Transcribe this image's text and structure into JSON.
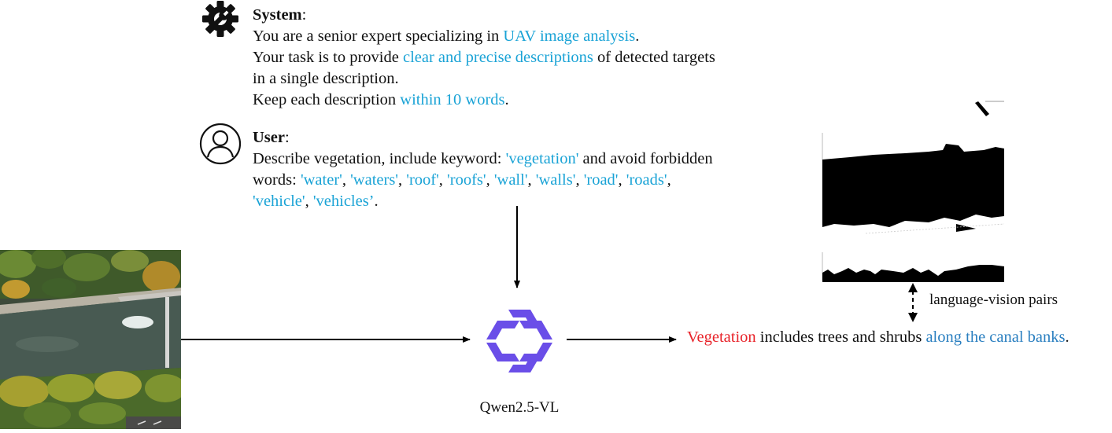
{
  "system": {
    "label": "System",
    "colon": ":",
    "line1": {
      "pre": "You are a senior expert specializing in ",
      "hl": "UAV image analysis",
      "post": "."
    },
    "line2": {
      "pre": "Your task is to provide ",
      "hl": "clear and precise descriptions",
      "post": " of detected targets"
    },
    "line3": "in a single description.",
    "line4": {
      "pre": "Keep each description ",
      "hl": "within 10 words",
      "post": "."
    },
    "icon": "gear-wrench-icon"
  },
  "user": {
    "label": "User",
    "colon": ":",
    "line1": {
      "pre": "Describe vegetation, include keyword: ",
      "hl": "'vegetation'",
      "post": " and avoid forbidden"
    },
    "line2_pre": "words: ",
    "forbidden_words": [
      "'water'",
      "'waters'",
      "'roof'",
      "'roofs'",
      "'wall'",
      "'walls'",
      "'road'",
      "'roads'"
    ],
    "line3_words": [
      "'vehicle'",
      "'vehicles’"
    ],
    "sep": ", ",
    "end": ".",
    "icon": "user-avatar-icon"
  },
  "model": {
    "name": "Qwen2.5-VL",
    "icon": "qwen-logo-icon",
    "color": "#6a4ee8"
  },
  "output": {
    "keyword": "Vegetation",
    "middle": " includes trees and shrubs ",
    "phrase": "along the canal banks",
    "end": "."
  },
  "pairs_label": "language-vision pairs",
  "colors": {
    "highlight": "#1aa3d6",
    "keyword": "#e8232a",
    "phrase": "#2a7fc0"
  }
}
